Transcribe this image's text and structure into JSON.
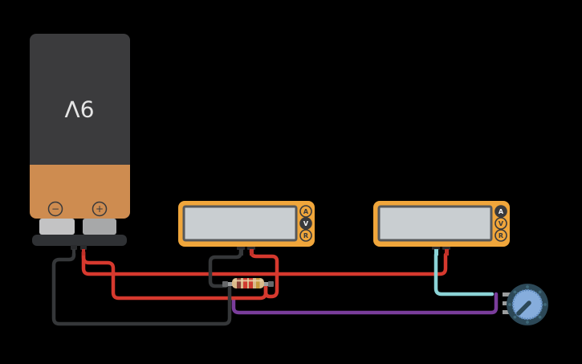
{
  "app": {
    "name": "circuit-editor-canvas",
    "description": "Breadboard-free circuit with 9V battery, two multimeters, resistor and potentiometer"
  },
  "colors": {
    "canvas-bg": "#000000",
    "battery-dark": "#3b3b3d",
    "battery-copper": "#ce8c50",
    "battery-text": "#e5e5e5",
    "post-light": "#c3c3c4",
    "post-dark": "#a7a8a9",
    "base-bar": "#2f3134",
    "meter-orange": "#f0a63b",
    "meter-dark": "#3a3a3c",
    "display-gray": "#c9ced1",
    "display-frame": "#56585a",
    "wire-red": "#d6392e",
    "wire-black": "#353739",
    "wire-cyan": "#8bd3d6",
    "wire-purple": "#7a3d9b",
    "lead-gray": "#9b9d9e",
    "lead-cap": "#66686a",
    "resistor-body": "#d9ba8b",
    "resistor-highlight": "#e9d2a8",
    "pot-ring": "#2c4857",
    "pot-knob": "#86addc",
    "pot-knurl": "#5d88ba",
    "pot-dot": "#3f6878",
    "plug-dark": "#2a2b2d",
    "plug-red": "#c23129"
  },
  "battery": {
    "label": "9V",
    "negative_symbol": "−",
    "positive_symbol": "+"
  },
  "meters": [
    {
      "name": "multimeter-1",
      "selected_mode": "V",
      "display_value": "",
      "buttons": [
        {
          "label": "A",
          "selected": false
        },
        {
          "label": "V",
          "selected": true
        },
        {
          "label": "R",
          "selected": false
        }
      ]
    },
    {
      "name": "multimeter-2",
      "selected_mode": "A",
      "display_value": "",
      "buttons": [
        {
          "label": "A",
          "selected": true
        },
        {
          "label": "V",
          "selected": false
        },
        {
          "label": "R",
          "selected": false
        }
      ]
    }
  ],
  "resistor": {
    "band_colors": [
      "#8b3e35",
      "#ce3b2f",
      "#ce3b2f",
      "#c79a3b"
    ]
  },
  "wires": [
    {
      "name": "wire-battery-negative-to-resistor",
      "color": "black"
    },
    {
      "name": "wire-multimeter1-com-to-resistor",
      "color": "black"
    },
    {
      "name": "wire-battery-positive-to-multimeter2",
      "color": "red"
    },
    {
      "name": "wire-battery-positive-to-resistor",
      "color": "red"
    },
    {
      "name": "wire-multimeter1-probe-to-resistor",
      "color": "red"
    },
    {
      "name": "wire-multimeter2-com-to-potentiometer",
      "color": "cyan"
    },
    {
      "name": "wire-potentiometer-return",
      "color": "purple"
    }
  ]
}
